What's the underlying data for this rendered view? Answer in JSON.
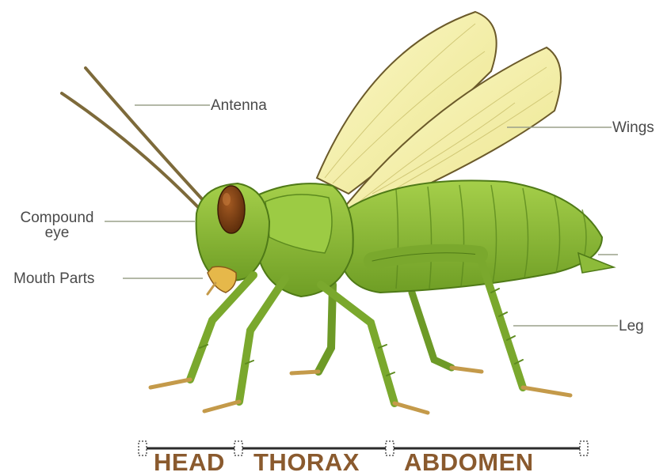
{
  "labels": {
    "antenna": "Antenna",
    "wings": "Wings",
    "compound_eye_line1": "Compound",
    "compound_eye_line2": "eye",
    "mouth_parts": "Mouth Parts",
    "leg": "Leg"
  },
  "segments": {
    "head": "HEAD",
    "thorax": "THORAX",
    "abdomen": "ABDOMEN"
  },
  "colors": {
    "body_green": "#8dbb3a",
    "dark_green": "#5e8a1f",
    "wing_yellow": "#f4f0a8",
    "eye_brown": "#7a3f12",
    "segment_text": "#8a5a2e",
    "label_text": "#4a4a4a"
  }
}
